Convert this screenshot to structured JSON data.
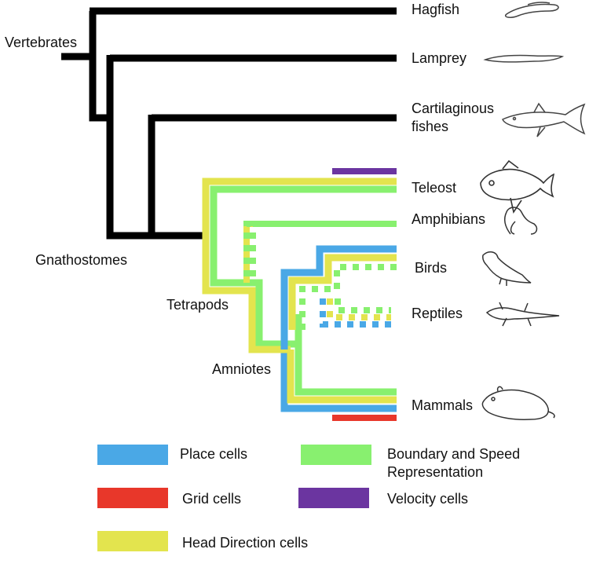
{
  "clades": {
    "vertebrates": "Vertebrates",
    "gnathostomes": "Gnathostomes",
    "tetrapods": "Tetrapods",
    "amniotes": "Amniotes"
  },
  "taxa": {
    "hagfish": "Hagfish",
    "lamprey": "Lamprey",
    "cartilaginous_line1": "Cartilaginous",
    "cartilaginous_line2": "fishes",
    "teleost": "Teleost",
    "amphibians": "Amphibians",
    "birds": "Birds",
    "reptiles": "Reptiles",
    "mammals": "Mammals"
  },
  "legend": {
    "place": {
      "label": "Place cells",
      "color": "#4aa8e6"
    },
    "grid": {
      "label": "Grid cells",
      "color": "#e8372a"
    },
    "head_direction": {
      "label": "Head Direction cells",
      "color": "#e3e44e"
    },
    "boundary_speed": {
      "label_line1": "Boundary and Speed",
      "label_line2": "Representation",
      "color": "#88f06f"
    },
    "velocity": {
      "label": "Velocity cells",
      "color": "#6b35a0"
    }
  },
  "icons": [
    "hagfish-icon",
    "lamprey-icon",
    "shark-icon",
    "goldfish-icon",
    "frog-icon",
    "bird-icon",
    "gecko-icon",
    "mouse-icon"
  ]
}
